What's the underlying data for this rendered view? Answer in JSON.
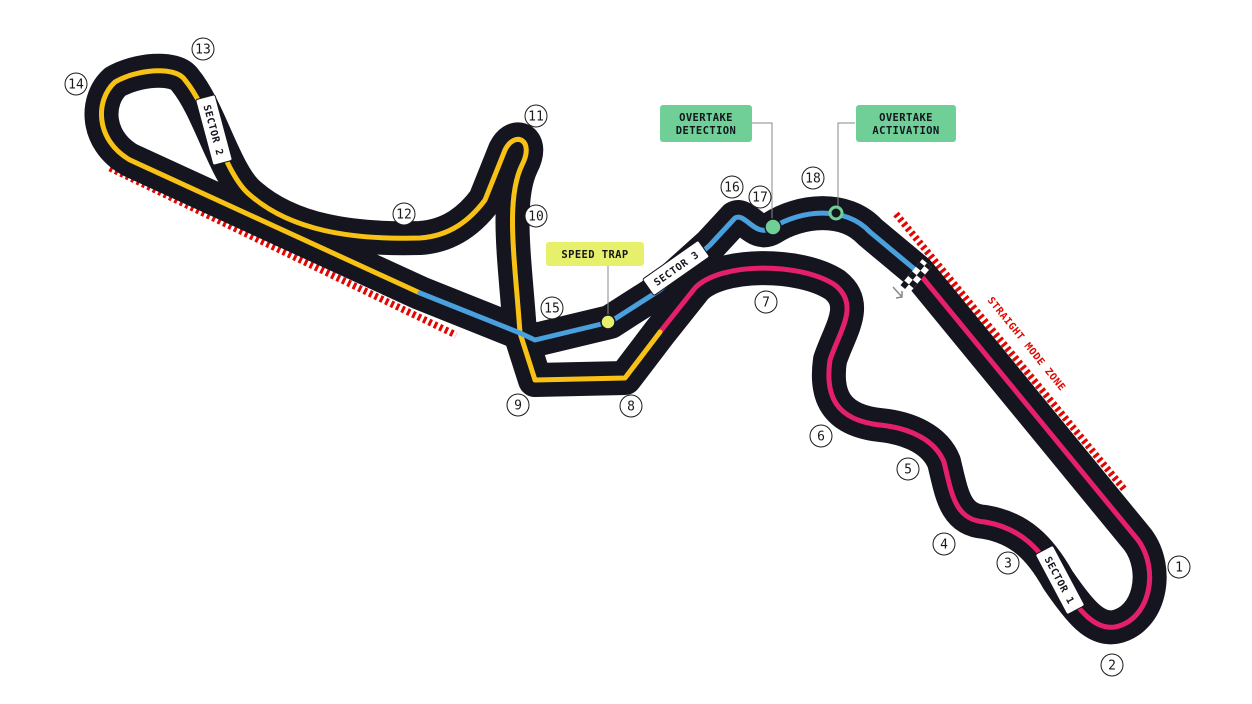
{
  "colors": {
    "track": "#15151f",
    "sector1": "#e4206b",
    "sector2": "#f7c215",
    "sector3": "#4a9fdd",
    "straight_mode_zone": "#e10600",
    "overtake_box": "#6fcf97",
    "speed_trap_box": "#e7f06b"
  },
  "sectors": [
    {
      "id": "sector1",
      "label": "SECTOR 1"
    },
    {
      "id": "sector2",
      "label": "SECTOR 2"
    },
    {
      "id": "sector3",
      "label": "SECTOR 3"
    }
  ],
  "turns": [
    "1",
    "2",
    "3",
    "4",
    "5",
    "6",
    "7",
    "8",
    "9",
    "10",
    "11",
    "12",
    "13",
    "14",
    "15",
    "16",
    "17",
    "18"
  ],
  "annotations": {
    "speed_trap": "SPEED TRAP",
    "overtake_detection_line1": "OVERTAKE",
    "overtake_detection_line2": "DETECTION",
    "overtake_activation_line1": "OVERTAKE",
    "overtake_activation_line2": "ACTIVATION",
    "straight_mode_zone": "STRAIGHT MODE ZONE"
  },
  "icons": [
    "start-finish-checker-icon",
    "direction-arrow-icon"
  ]
}
